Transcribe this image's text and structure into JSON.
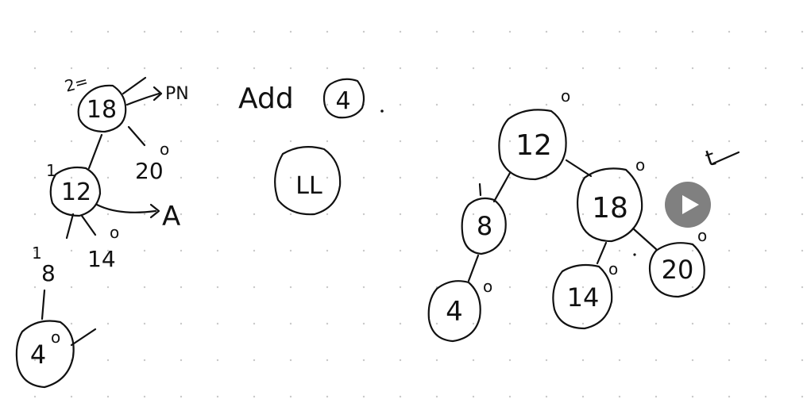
{
  "colors": {
    "ink": "#111111",
    "background": "#ffffff",
    "grid_dots": "#c9c9c9",
    "play_button": "#808080"
  },
  "left_tree": {
    "nodes": {
      "n18": {
        "value": "18",
        "top_note": "2="
      },
      "n12": {
        "value": "12",
        "balance": "1"
      },
      "n20": {
        "value": "20",
        "balance": "o"
      },
      "n14": {
        "value": "14",
        "balance": "o"
      },
      "n8": {
        "value": "8",
        "balance": "1"
      },
      "n4": {
        "value": "4",
        "balance": "o"
      }
    },
    "pivot_label": "PN",
    "alpha_label": "A"
  },
  "instruction": {
    "text": "Add",
    "value": "4"
  },
  "rotation_case": "LL",
  "right_tree": {
    "nodes": {
      "n12": {
        "value": "12",
        "balance": "o"
      },
      "n8": {
        "value": "8"
      },
      "n18": {
        "value": "18",
        "balance": "o"
      },
      "n4": {
        "value": "4",
        "balance": "o"
      },
      "n14": {
        "value": "14",
        "balance": "o"
      },
      "n20": {
        "value": "20",
        "balance": "o"
      }
    },
    "side_mark": "t"
  },
  "play_icon": "play-icon"
}
